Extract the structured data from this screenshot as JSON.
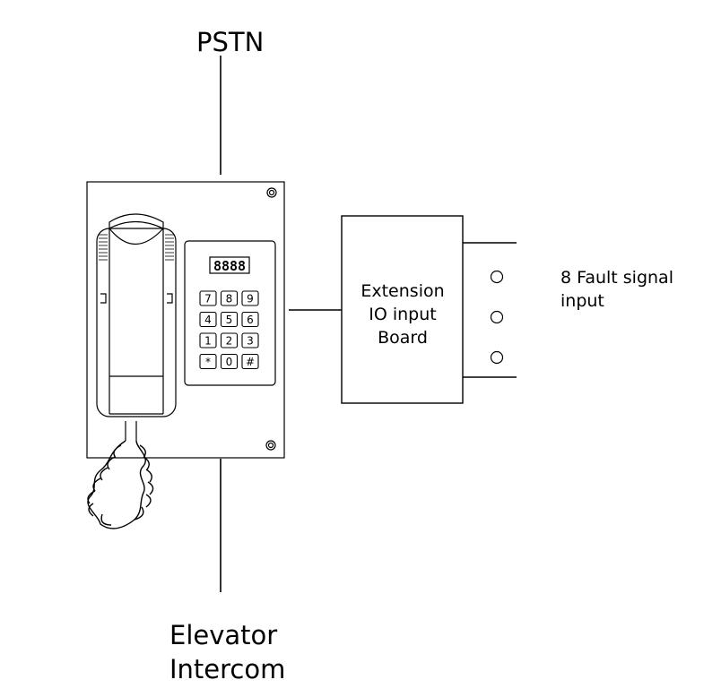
{
  "labels": {
    "top": "PSTN",
    "bottom_line1": "Elevator",
    "bottom_line2": "Intercom",
    "board_line1": "Extension",
    "board_line2": "IO input",
    "board_line3": "Board",
    "fault_line1": "8 Fault signal",
    "fault_line2": "input"
  },
  "device": {
    "display": "8888",
    "keys": [
      "7",
      "8",
      "9",
      "4",
      "5",
      "6",
      "1",
      "2",
      "3",
      "*",
      "0",
      "#"
    ]
  },
  "colors": {
    "line": "#000000",
    "background": "#ffffff"
  }
}
